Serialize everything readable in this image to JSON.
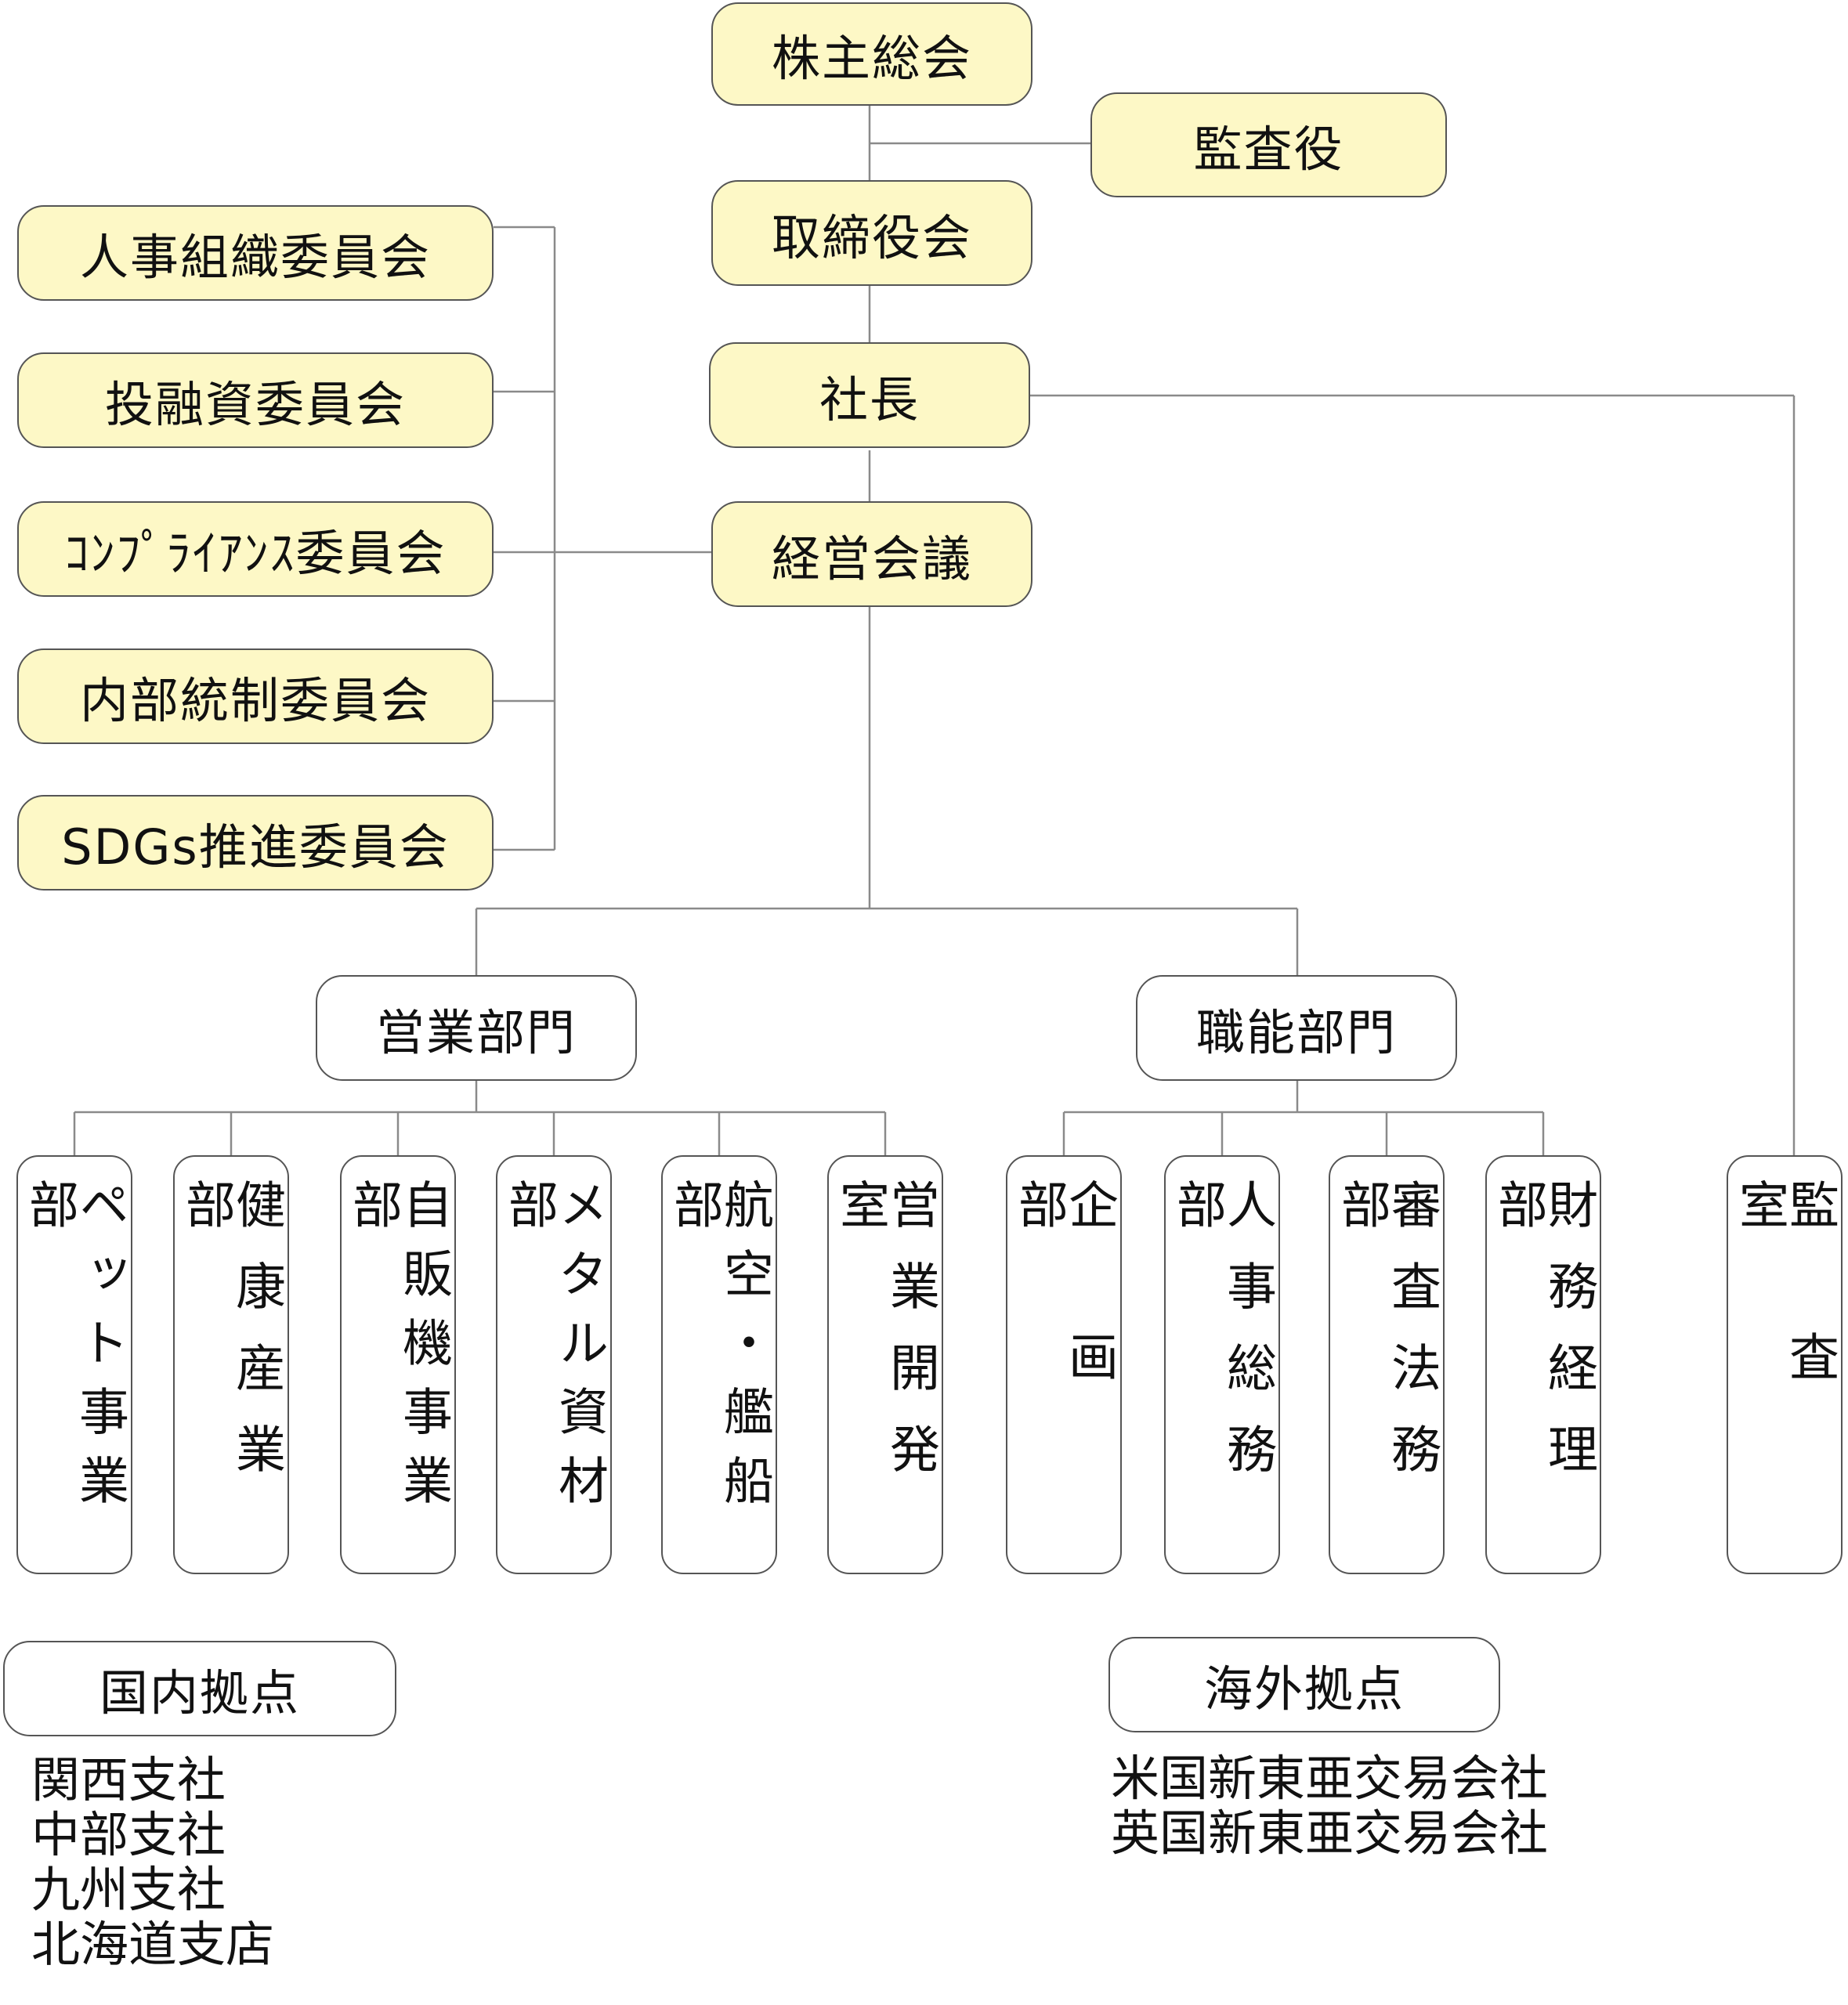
{
  "governance": {
    "shareholders": "株主総会",
    "auditor": "監査役",
    "board": "取締役会",
    "president": "社長",
    "management_meeting": "経営会議"
  },
  "committees": [
    "人事組織委員会",
    "投融資委員会",
    "ｺﾝﾌﾟﾗｲｱﾝｽ委員会",
    "内部統制委員会",
    "SDGs推進委員会"
  ],
  "divisions": {
    "sales": {
      "label": "営業部門",
      "departments": [
        "ペット事業部",
        "健康産業部",
        "自販機事業部",
        "メタル資材部",
        "航空・艦船部",
        "営業開発室"
      ]
    },
    "functional": {
      "label": "職能部門",
      "departments": [
        "企画部",
        "人事総務部",
        "審査法務部",
        "財務経理部"
      ]
    }
  },
  "audit_office": "監査室",
  "domestic": {
    "label": "国内拠点",
    "items": [
      "関西支社",
      "中部支社",
      "九州支社",
      "北海道支店"
    ]
  },
  "overseas": {
    "label": "海外拠点",
    "items": [
      "米国新東亜交易会社",
      "英国新東亜交易会社"
    ]
  },
  "colors": {
    "governance_fill": "#fdf8c6",
    "unit_fill": "#ffffff",
    "border": "#555555",
    "connector": "#8a8a8a"
  }
}
